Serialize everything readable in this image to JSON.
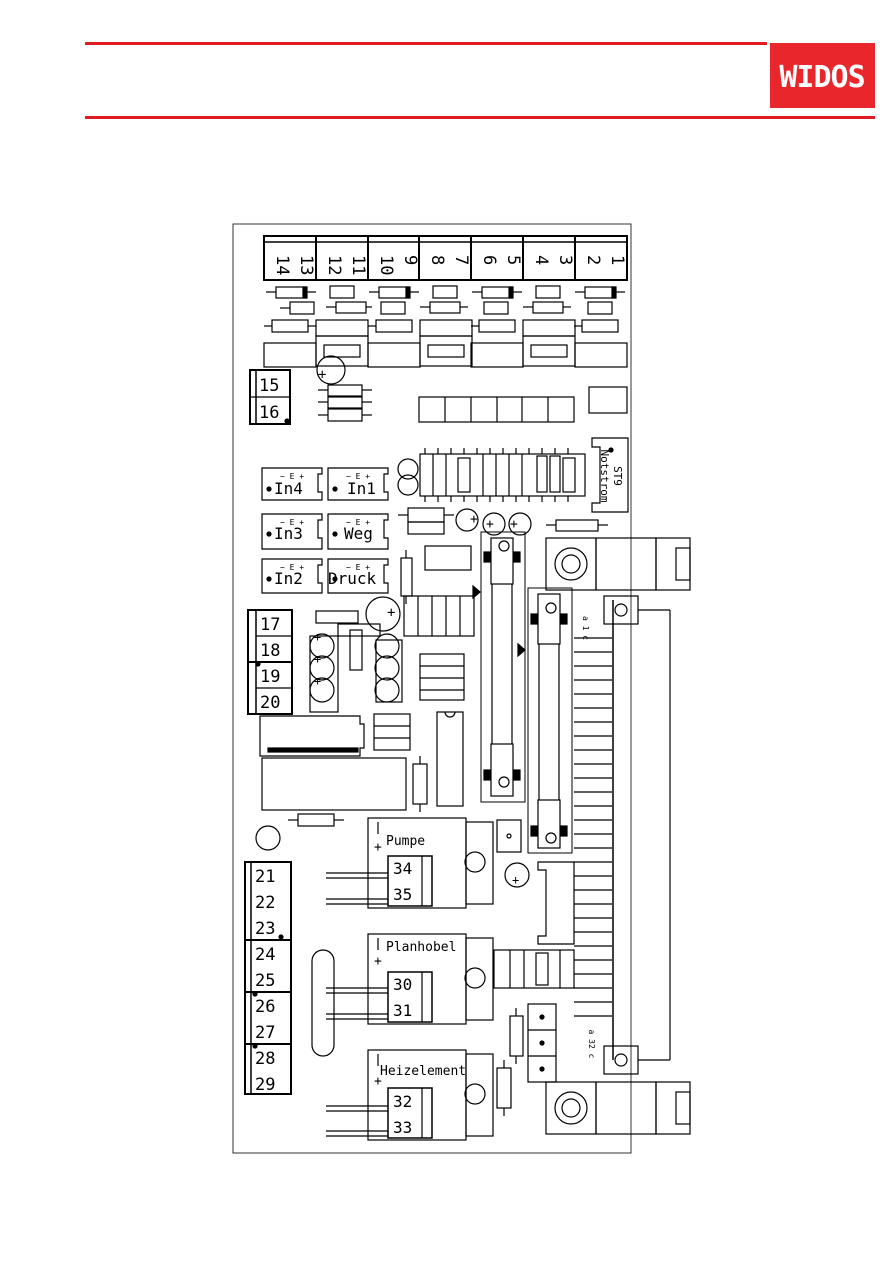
{
  "brand": {
    "logo_text": "WIDOS",
    "accent_color": "#e01b24"
  },
  "top_terminals": [
    {
      "a": "14",
      "b": "13"
    },
    {
      "a": "12",
      "b": "11"
    },
    {
      "a": "10",
      "b": "9"
    },
    {
      "a": "8",
      "b": "7"
    },
    {
      "a": "6",
      "b": "5"
    },
    {
      "a": "4",
      "b": "3"
    },
    {
      "a": "2",
      "b": "1"
    }
  ],
  "terminals_15_16": [
    "15",
    "16"
  ],
  "terminals_17_20": [
    "17",
    "18",
    "19",
    "20"
  ],
  "terminals_21_29": [
    "21",
    "22",
    "23",
    "24",
    "25",
    "26",
    "27",
    "28",
    "29"
  ],
  "inputs": [
    "In4",
    "In1",
    "In3",
    "Weg",
    "In2",
    "Druck"
  ],
  "input_polarity": "− E +",
  "connector_st9": {
    "label": "ST9",
    "sublabel": "Notstrom"
  },
  "relays": [
    {
      "label": "Pumpe",
      "terminals": [
        "34",
        "35"
      ]
    },
    {
      "label": "Planhobel",
      "terminals": [
        "30",
        "31"
      ]
    },
    {
      "label": "Heizelement",
      "terminals": [
        "32",
        "33"
      ]
    }
  ],
  "bus_labels": {
    "top": "a 1 c",
    "bottom": "a 32 c"
  },
  "plus_sign": "+"
}
